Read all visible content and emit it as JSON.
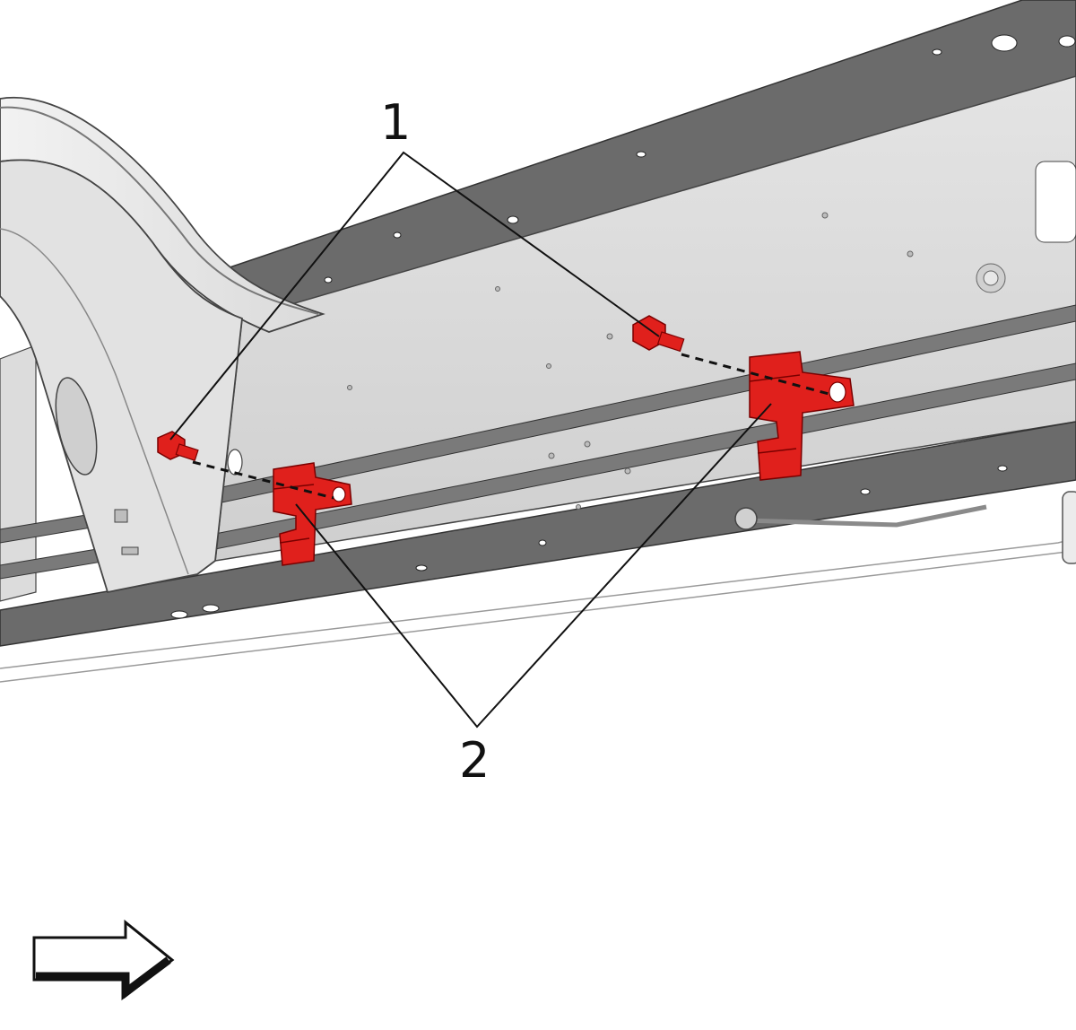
{
  "callouts": [
    {
      "number": "1",
      "part": "bolt"
    },
    {
      "number": "2",
      "part": "clip"
    }
  ],
  "icons": {
    "direction_arrow": "forward-arrow-icon"
  },
  "colors": {
    "highlight": "#e0201c",
    "frame_dark": "#6b6b6b",
    "frame_light": "#d9d9d9",
    "outline": "#111111"
  }
}
